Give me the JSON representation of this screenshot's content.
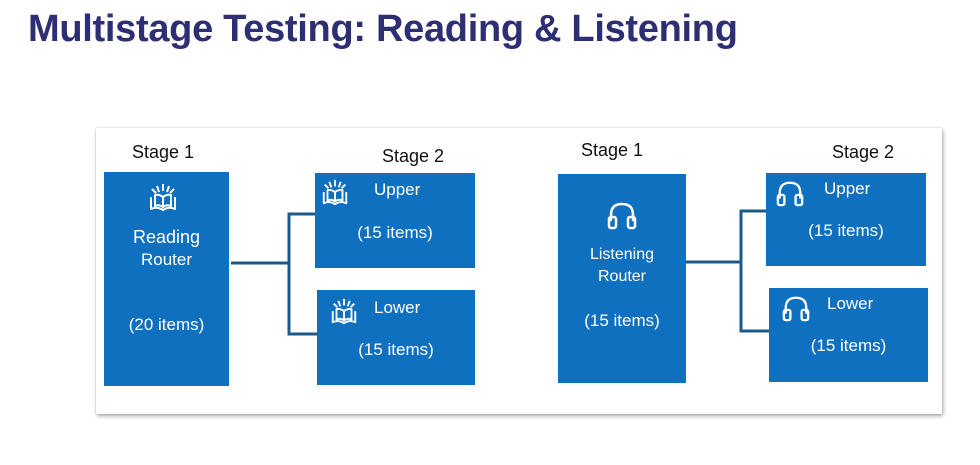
{
  "title": "Multistage Testing: Reading & Listening",
  "colors": {
    "title": "#2e2e74",
    "box": "#0f70c0",
    "connector": "#1c5a8c"
  },
  "reading": {
    "stage1_label": "Stage 1",
    "stage2_label": "Stage 2",
    "router": {
      "icon": "book-icon",
      "line1": "Reading",
      "line2": "Router",
      "items": "(20 items)"
    },
    "upper": {
      "icon": "book-icon",
      "label": "Upper",
      "items": "(15 items)"
    },
    "lower": {
      "icon": "book-icon",
      "label": "Lower",
      "items": "(15 items)"
    }
  },
  "listening": {
    "stage1_label": "Stage 1",
    "stage2_label": "Stage 2",
    "router": {
      "icon": "headphones-icon",
      "line1": "Listening",
      "line2": "Router",
      "items": "(15 items)"
    },
    "upper": {
      "icon": "headphones-icon",
      "label": "Upper",
      "items": "(15 items)"
    },
    "lower": {
      "icon": "headphones-icon",
      "label": "Lower",
      "items": "(15 items)"
    }
  }
}
